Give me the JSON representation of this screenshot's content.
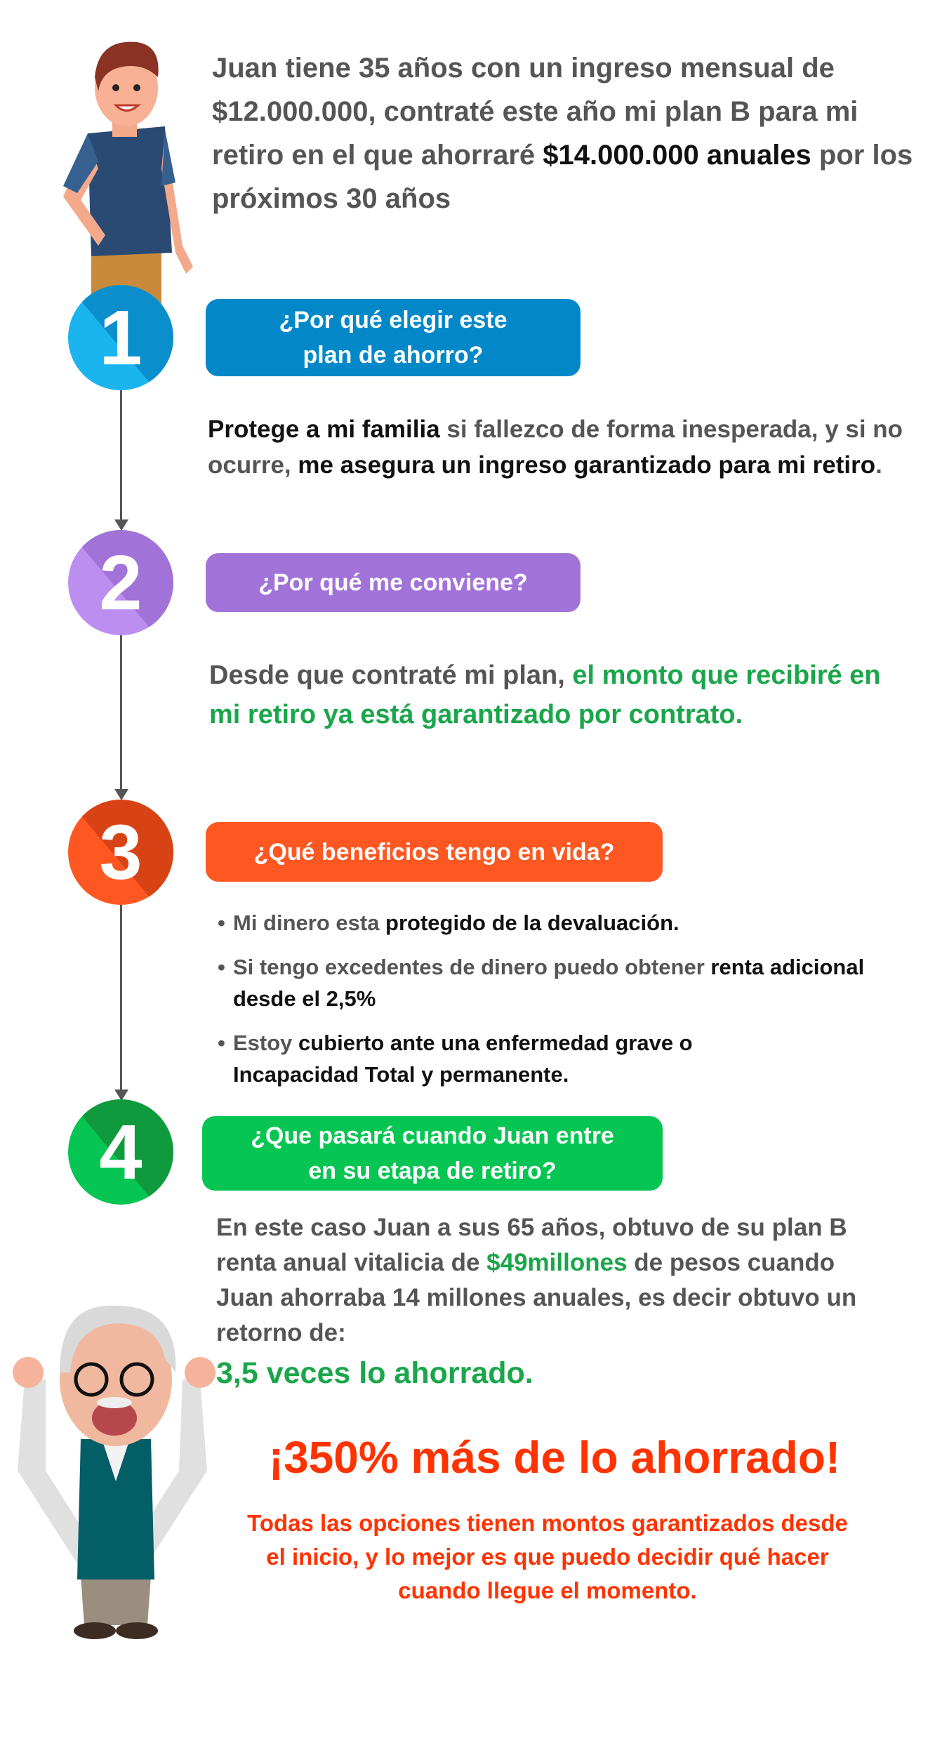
{
  "intro": {
    "p1": "Juan tiene 35 años con un ingreso mensual de $12.000.000, contraté este año mi plan B para mi retiro en el que ahorraré ",
    "bold": "$14.000.000 anuales",
    "p2": " por los próximos 30 años"
  },
  "steps": [
    {
      "number": "1",
      "title_line1": "¿Por qué elegir este",
      "title_line2": "plan de ahorro?",
      "color": "#0288c9",
      "circle": "#1ab4ef"
    },
    {
      "number": "2",
      "title": "¿Por qué me conviene?",
      "color": "#a173d8",
      "circle": "#bb8ef0"
    },
    {
      "number": "3",
      "title": "¿Qué beneficios tengo en vida?",
      "color": "#ff5722",
      "circle": "#ff5722"
    },
    {
      "number": "4",
      "title_line1": "¿Que pasará cuando Juan entre",
      "title_line2": "en su etapa de retiro?",
      "color": "#06c553",
      "circle": "#06c553"
    }
  ],
  "step1_text": {
    "a": "Protege a mi familia",
    "b": " si fallezco de forma inesperada, y si no ocurre, ",
    "c": "me asegura un ingreso garantizado para mi retiro",
    "d": "."
  },
  "step2_text": {
    "a": "Desde que contraté mi plan, ",
    "b": "el monto que recibiré en mi retiro ya está garantizado por contrato."
  },
  "step3_bullets": [
    {
      "a": "Mi dinero esta ",
      "b": "protegido de la devaluación."
    },
    {
      "a": "Si tengo excedentes de dinero puedo obtener ",
      "b": "renta adicional desde el 2,5%"
    },
    {
      "a": "Estoy ",
      "b": "cubierto ante una enfermedad grave o Incapacidad Total y permanente."
    }
  ],
  "step4_text": {
    "a": "En este caso Juan  a sus 65 años, obtuvo de su plan B renta anual vitalicia de ",
    "b": "$49millones",
    "c": " de pesos cuando Juan ahorraba 14 millones anuales, es decir obtuvo un retorno de:",
    "d": "3,5 veces lo ahorrado."
  },
  "headline": "¡350% más de lo ahorrado!",
  "closing": "Todas las opciones tienen montos garantizados desde el inicio, y lo mejor es que puedo decidir qué hacer cuando llegue el momento.",
  "colors": {
    "gray_text": "#555555",
    "green_text": "#1aa64a",
    "red_text": "#ff3300"
  }
}
